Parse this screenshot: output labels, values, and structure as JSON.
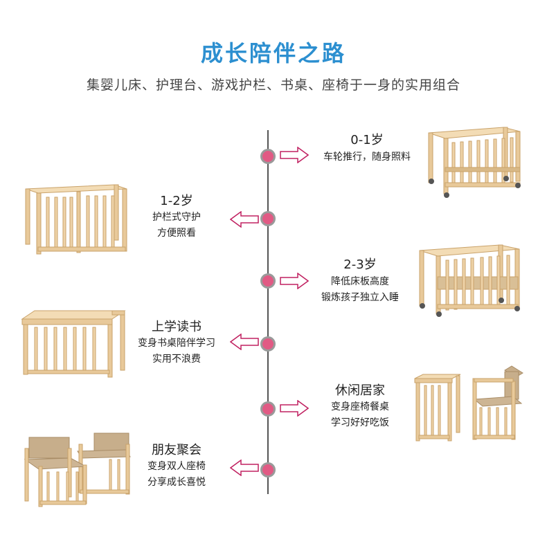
{
  "header": {
    "title": "成长陪伴之路",
    "subtitle": "集婴儿床、护理台、游戏护栏、书桌、座椅于一身的实用组合"
  },
  "colors": {
    "title": "#2c8fd0",
    "dot": "#e15a84",
    "arrow": "#c02060",
    "wood": "#e8c99a",
    "cushion": "#c7ae8b"
  },
  "stages": [
    {
      "label": "0-1岁",
      "desc": [
        "车轮推行，随身照料"
      ],
      "side": "right",
      "furniture": "crib-wheels"
    },
    {
      "label": "1-2岁",
      "desc": [
        "护栏式守护",
        "方便照看"
      ],
      "side": "left",
      "furniture": "playpen"
    },
    {
      "label": "2-3岁",
      "desc": [
        "降低床板高度",
        "锻炼孩子独立入睡"
      ],
      "side": "right",
      "furniture": "low-crib"
    },
    {
      "label": "上学读书",
      "desc": [
        "变身书桌陪伴学习",
        "实用不浪费"
      ],
      "side": "left",
      "furniture": "desk"
    },
    {
      "label": "休闲居家",
      "desc": [
        "变身座椅餐桌",
        "学习好好吃饭"
      ],
      "side": "right",
      "furniture": "chair-table"
    },
    {
      "label": "朋友聚会",
      "desc": [
        "变身双人座椅",
        "分享成长喜悦"
      ],
      "side": "left",
      "furniture": "two-chairs"
    }
  ]
}
